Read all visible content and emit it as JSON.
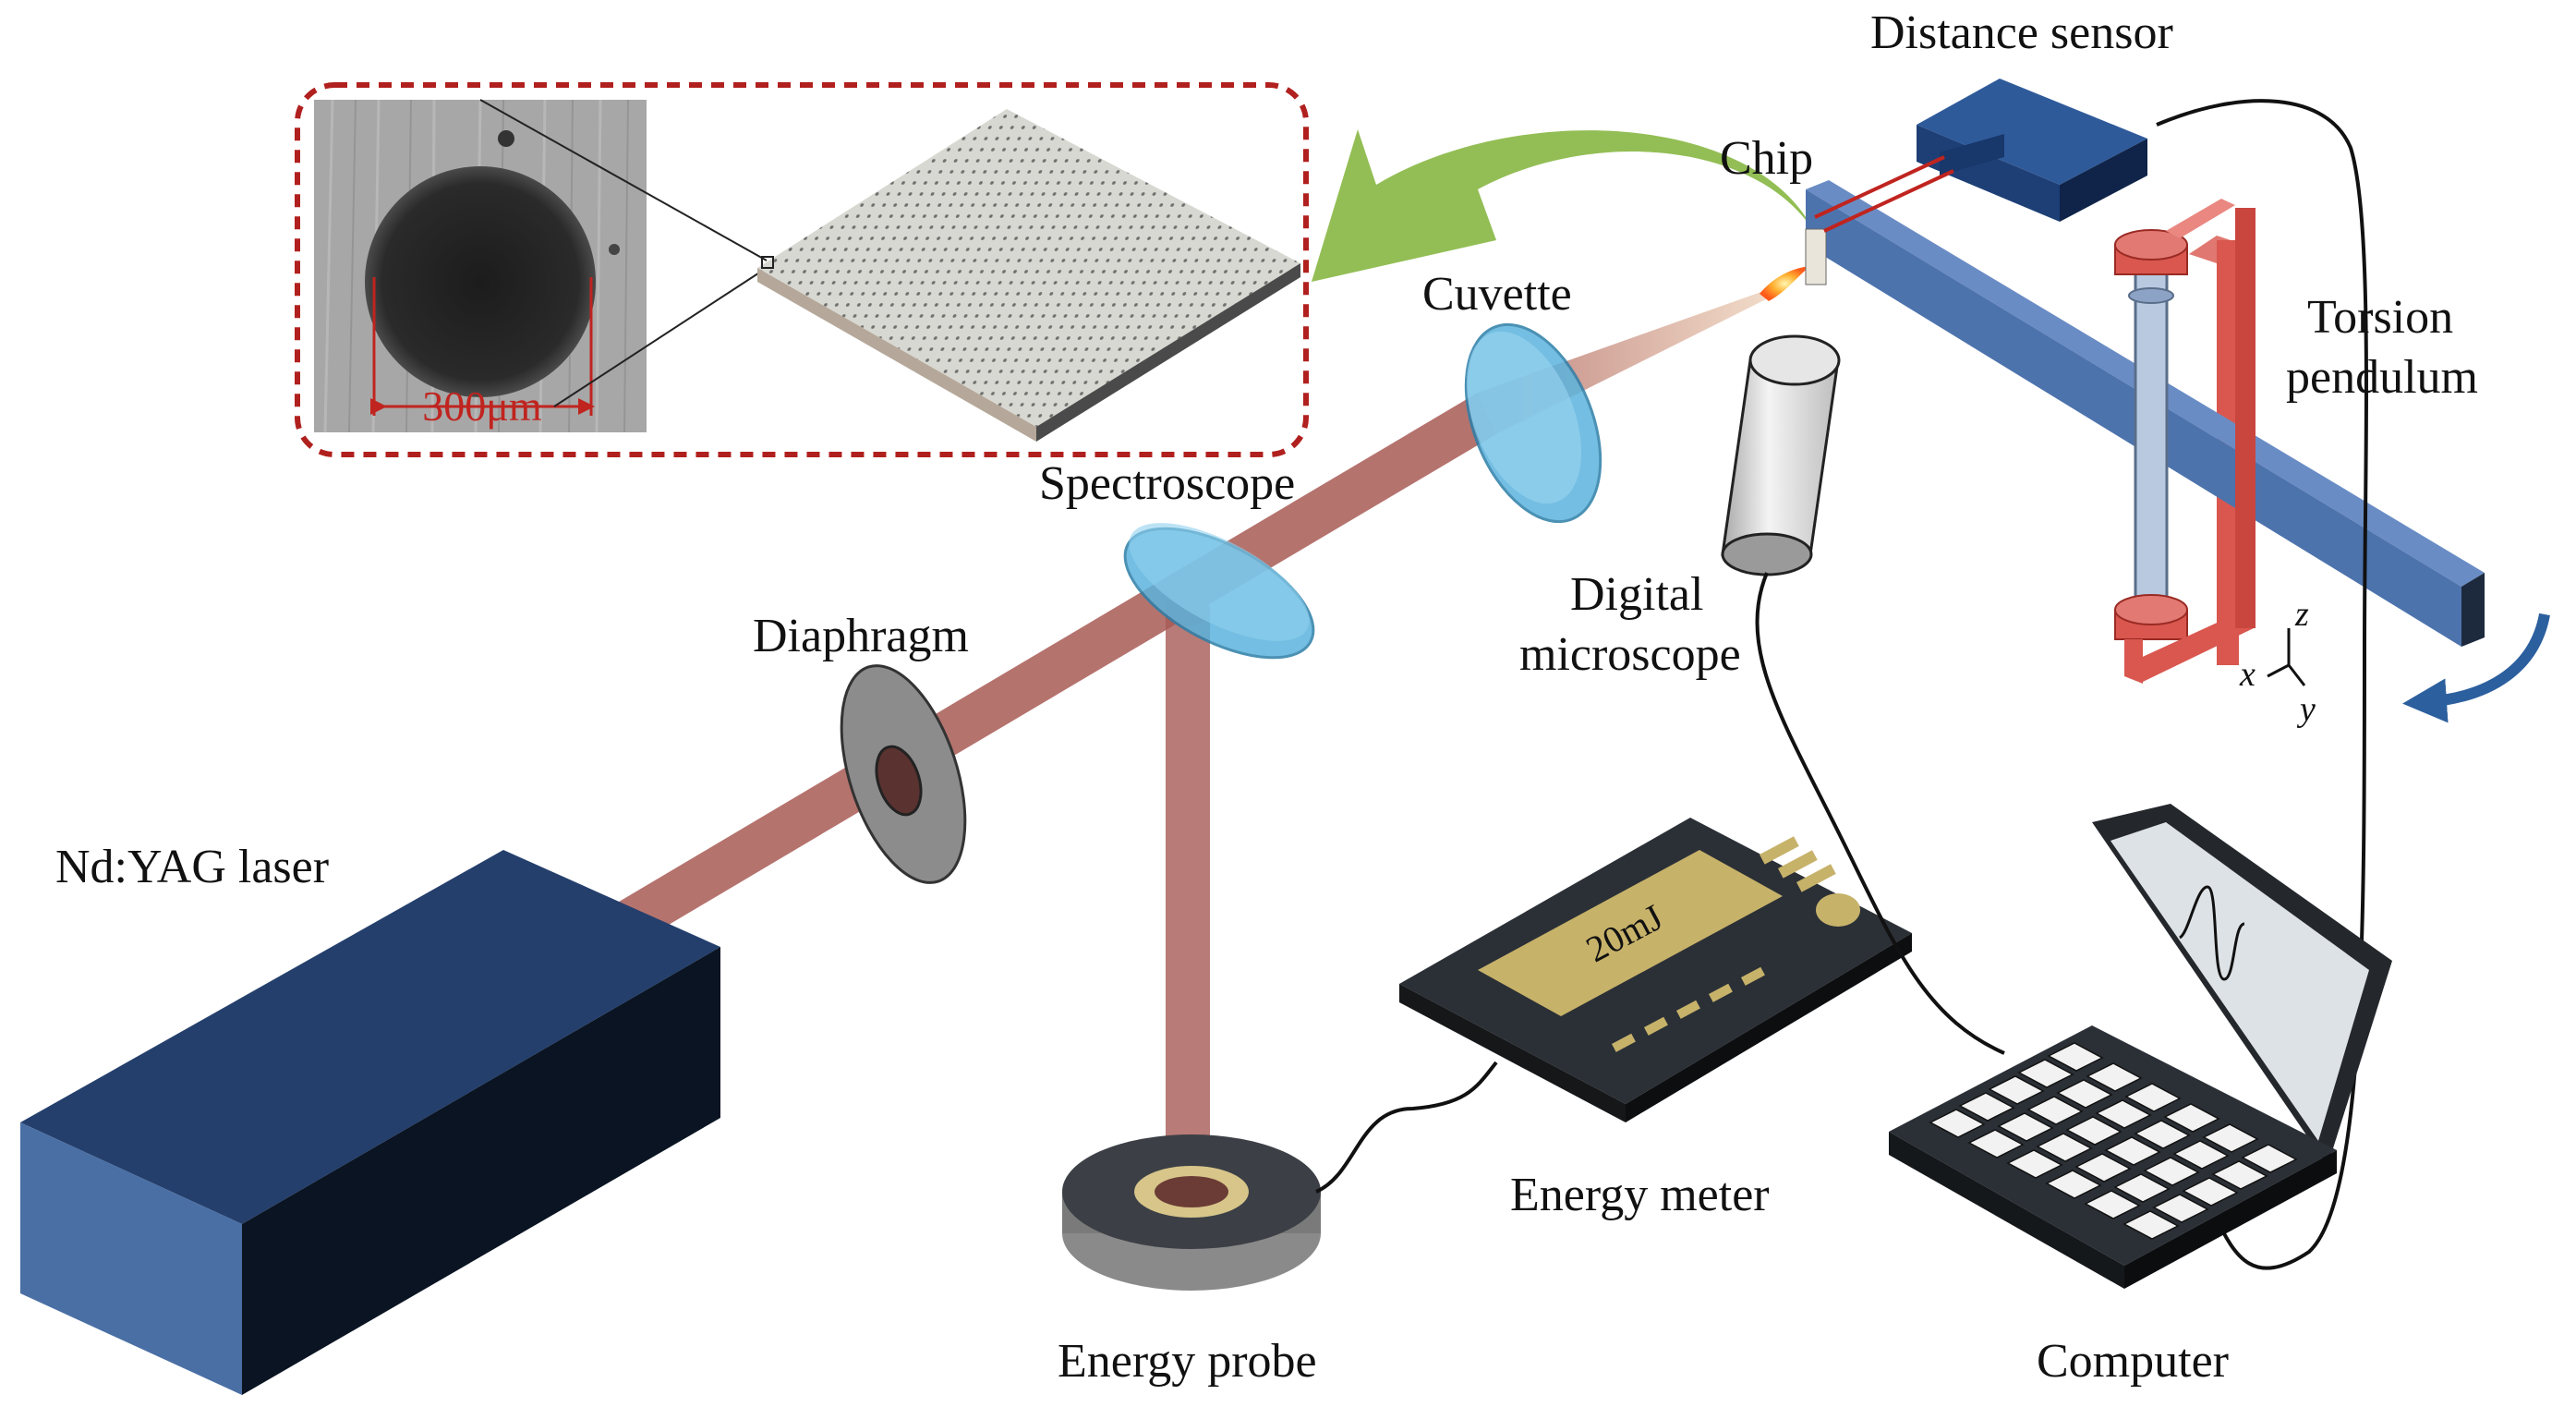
{
  "labels": {
    "distance_sensor": "Distance sensor",
    "chip": "Chip",
    "torsion_pendulum_line1": "Torsion",
    "torsion_pendulum_line2": "pendulum",
    "cuvette": "Cuvette",
    "spectroscope": "Spectroscope",
    "digital_microscope_line1": "Digital",
    "digital_microscope_line2": "microscope",
    "diaphragm": "Diaphragm",
    "nd_yag_laser": "Nd:YAG laser",
    "energy_meter": "Energy meter",
    "energy_probe": "Energy probe",
    "computer": "Computer",
    "scale_bar": "300μm",
    "meter_display": "20mJ"
  },
  "axes": {
    "x": "x",
    "y": "y",
    "z": "z"
  },
  "colors": {
    "laser_body_front": "#4a6fa5",
    "laser_body_top": "#243f6c",
    "laser_body_side": "#0a1422",
    "beam": "#a85a55",
    "lens": "#5bb3dd",
    "pendulum_frame": "#d9574f",
    "pendulum_bar": "#4d73ad",
    "arrow_green": "#93be55",
    "inset_border": "#b0201e",
    "meter_body": "#2b3036",
    "meter_screen": "#c7b26a",
    "rotation_arrow": "#2c5f9e"
  }
}
